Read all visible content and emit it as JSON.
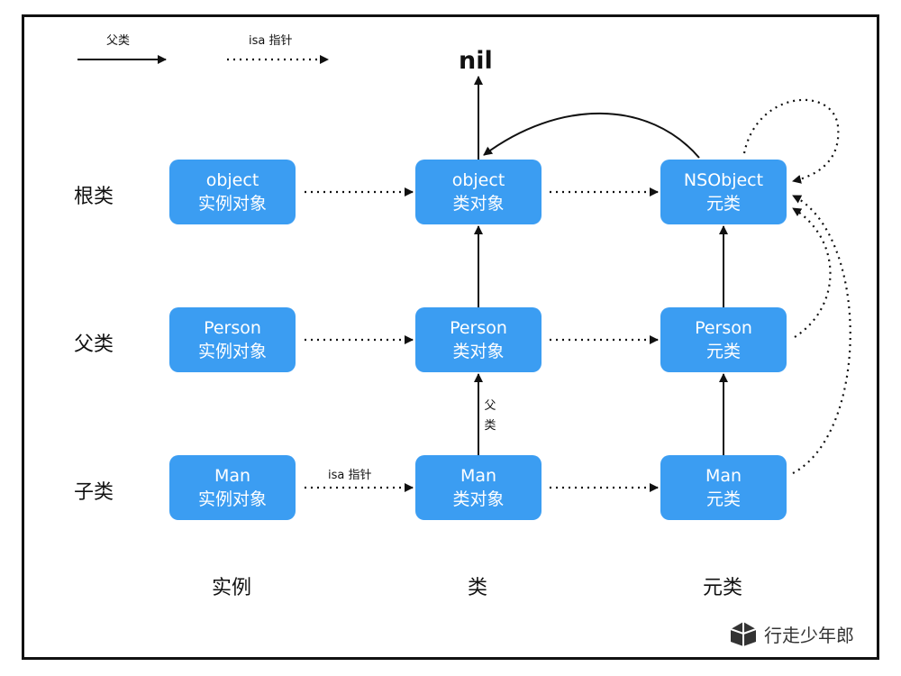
{
  "legend": {
    "superclass": "父类",
    "isa": "isa 指针"
  },
  "nil": "nil",
  "rows": {
    "root": "根类",
    "super": "父类",
    "sub": "子类"
  },
  "columns": {
    "instance": "实例",
    "class": "类",
    "meta": "元类"
  },
  "nodes": {
    "object_instance": {
      "line1": "object",
      "line2": "实例对象"
    },
    "object_class": {
      "line1": "object",
      "line2": "类对象"
    },
    "nsobject_meta": {
      "line1": "NSObject",
      "line2": "元类"
    },
    "person_instance": {
      "line1": "Person",
      "line2": "实例对象"
    },
    "person_class": {
      "line1": "Person",
      "line2": "类对象"
    },
    "person_meta": {
      "line1": "Person",
      "line2": "元类"
    },
    "man_instance": {
      "line1": "Man",
      "line2": "实例对象"
    },
    "man_class": {
      "line1": "Man",
      "line2": "类对象"
    },
    "man_meta": {
      "line1": "Man",
      "line2": "元类"
    }
  },
  "edge_labels": {
    "isa": "isa 指针",
    "superclass_char1": "父",
    "superclass_char2": "类"
  },
  "watermark": "行走少年郎",
  "colors": {
    "node": "#3b9df2",
    "line": "#111111",
    "background": "#ffffff"
  }
}
